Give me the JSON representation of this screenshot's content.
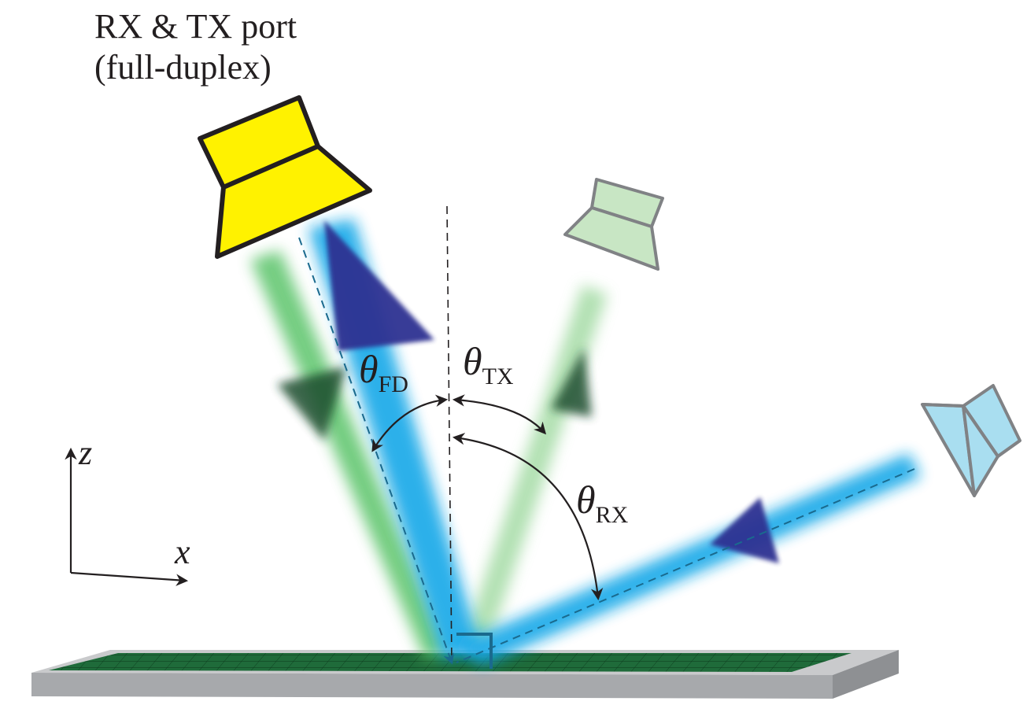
{
  "labels": {
    "port_line1": "RX & TX port",
    "port_line2": "(full-duplex)"
  },
  "angles": {
    "fd": {
      "symbol": "θ",
      "sub": "FD"
    },
    "tx": {
      "symbol": "θ",
      "sub": "TX"
    },
    "rx": {
      "symbol": "θ",
      "sub": "RX"
    }
  },
  "axes": {
    "z": "z",
    "x": "x"
  },
  "colors": {
    "yellow_horn": "#fff200",
    "green_horn": "#c8e6c4",
    "blue_horn": "#a9def0",
    "beam_blue": "#12a8e8",
    "beam_green": "#5cc46a",
    "arrow_navy": "#2e3192",
    "arrow_dark_green": "#1b4d2e",
    "surface": "#1f6b3a",
    "slab": "#b3b5b8"
  }
}
